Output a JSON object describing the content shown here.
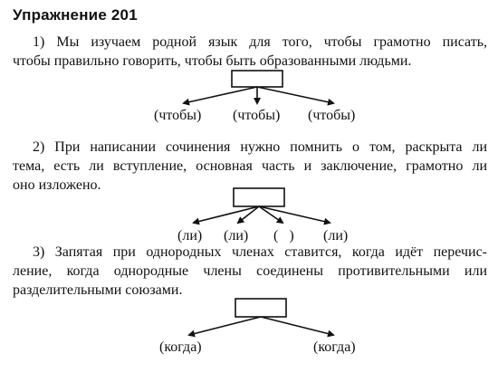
{
  "exercise": {
    "title": "Упражнение 201"
  },
  "items": [
    {
      "lines": [
        "1) Мы изучаем родной язык для того, чтобы грамотно писать,",
        "чтобы правильно говорить, чтобы быть образованными людьми."
      ],
      "labels": [
        "(чтобы)",
        "(чтобы)",
        "(чтобы)"
      ]
    },
    {
      "lines": [
        "2) При написании сочинения нужно помнить о том, раскрыта ли",
        "тема, есть ли вступление, основная часть и заключение, грамотно ли",
        "оно изложено."
      ],
      "labels": [
        "(ли)",
        "(ли)",
        "(   )",
        "(ли)"
      ]
    },
    {
      "lines": [
        "3) Запятая при однородных членах ставится, когда идёт перечис-",
        "ление, когда однородные члены соединены противительными или",
        "разделительными союзами."
      ],
      "labels": [
        "(когда)",
        "(когда)"
      ]
    }
  ]
}
